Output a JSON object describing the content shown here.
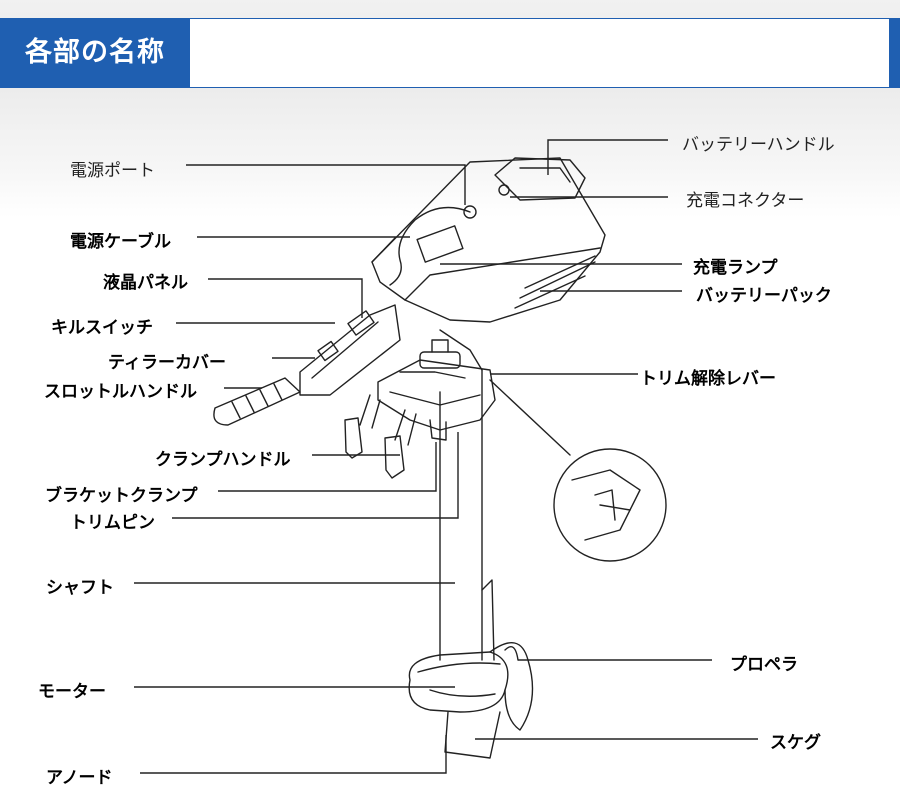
{
  "header": {
    "title": "各部の名称"
  },
  "labels": {
    "battery_handle": "バッテリーハンドル",
    "power_port": "電源ポート",
    "charge_connector": "充電コネクター",
    "power_cable": "電源ケーブル",
    "charge_lamp": "充電ランプ",
    "lcd_panel": "液晶パネル",
    "battery_pack": "バッテリーパック",
    "kill_switch": "キルスイッチ",
    "tiller_cover": "ティラーカバー",
    "trim_release_lever": "トリム解除レバー",
    "throttle_handle": "スロットルハンドル",
    "clamp_handle": "クランプハンドル",
    "bracket_clamp": "ブラケットクランプ",
    "trim_pin": "トリムピン",
    "shaft": "シャフト",
    "propeller": "プロペラ",
    "motor": "モーター",
    "skeg": "スケグ",
    "anode": "アノード"
  }
}
